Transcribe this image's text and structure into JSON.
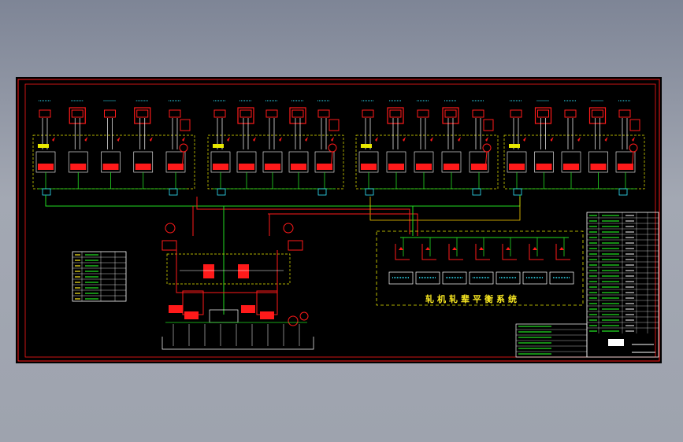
{
  "drawing": {
    "title": "轧机轧辈平衡系统",
    "colors": {
      "background": "#000000",
      "border": "#ff0000",
      "hydraulic_red": "#ff1a1a",
      "pilot_green": "#22dd22",
      "dashed_box": "#e8e800",
      "label_cyan": "#33e8ff",
      "table_line": "#ffffff"
    },
    "cylinder_groups": 4,
    "control_valves": 7
  }
}
